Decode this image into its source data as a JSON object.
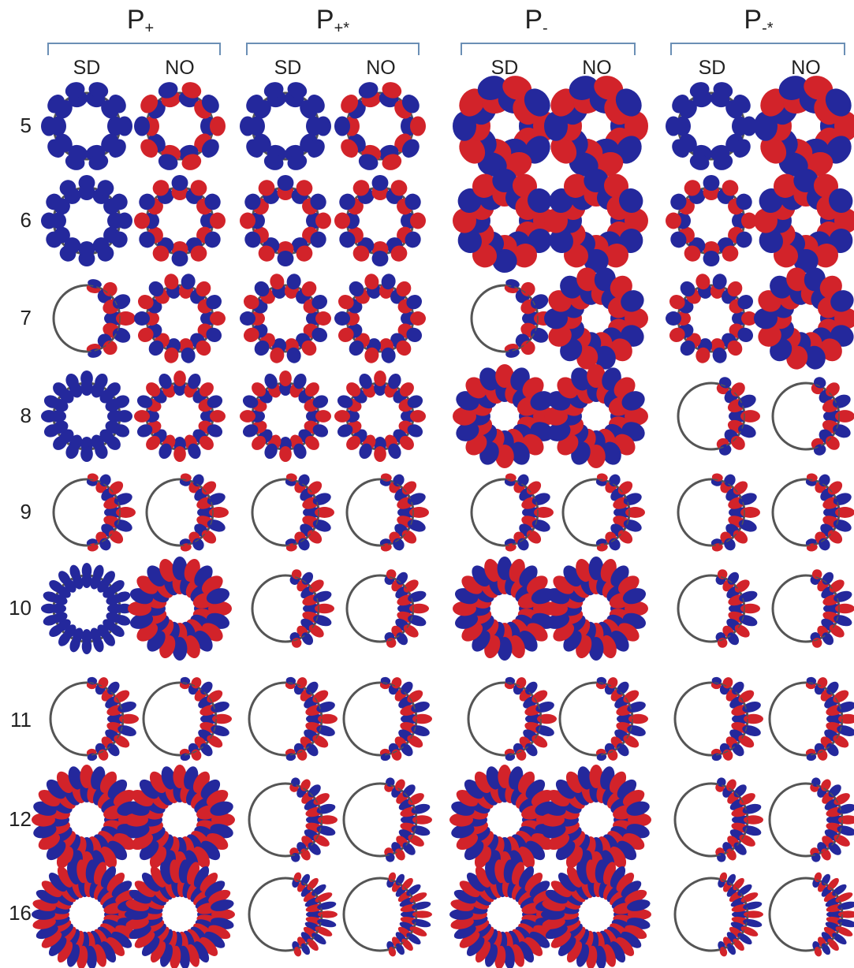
{
  "colors": {
    "positive_lobe": "#d2232a",
    "negative_lobe": "#24289c",
    "backbone": "#555555",
    "bracket": "#6b8fb5"
  },
  "columns": [
    {
      "id": "p-plus",
      "base": "P",
      "sub": "+",
      "sub_labels": [
        "SD",
        "NO"
      ]
    },
    {
      "id": "p-plus-star",
      "base": "P",
      "sub": "+*",
      "sub_labels": [
        "SD",
        "NO"
      ]
    },
    {
      "id": "p-minus",
      "base": "P",
      "sub": "-",
      "sub_labels": [
        "SD",
        "NO"
      ]
    },
    {
      "id": "p-minus-star",
      "base": "P",
      "sub": "-*",
      "sub_labels": [
        "SD",
        "NO"
      ]
    }
  ],
  "rows": [
    "5",
    "6",
    "7",
    "8",
    "9",
    "10",
    "11",
    "12",
    "16"
  ]
}
